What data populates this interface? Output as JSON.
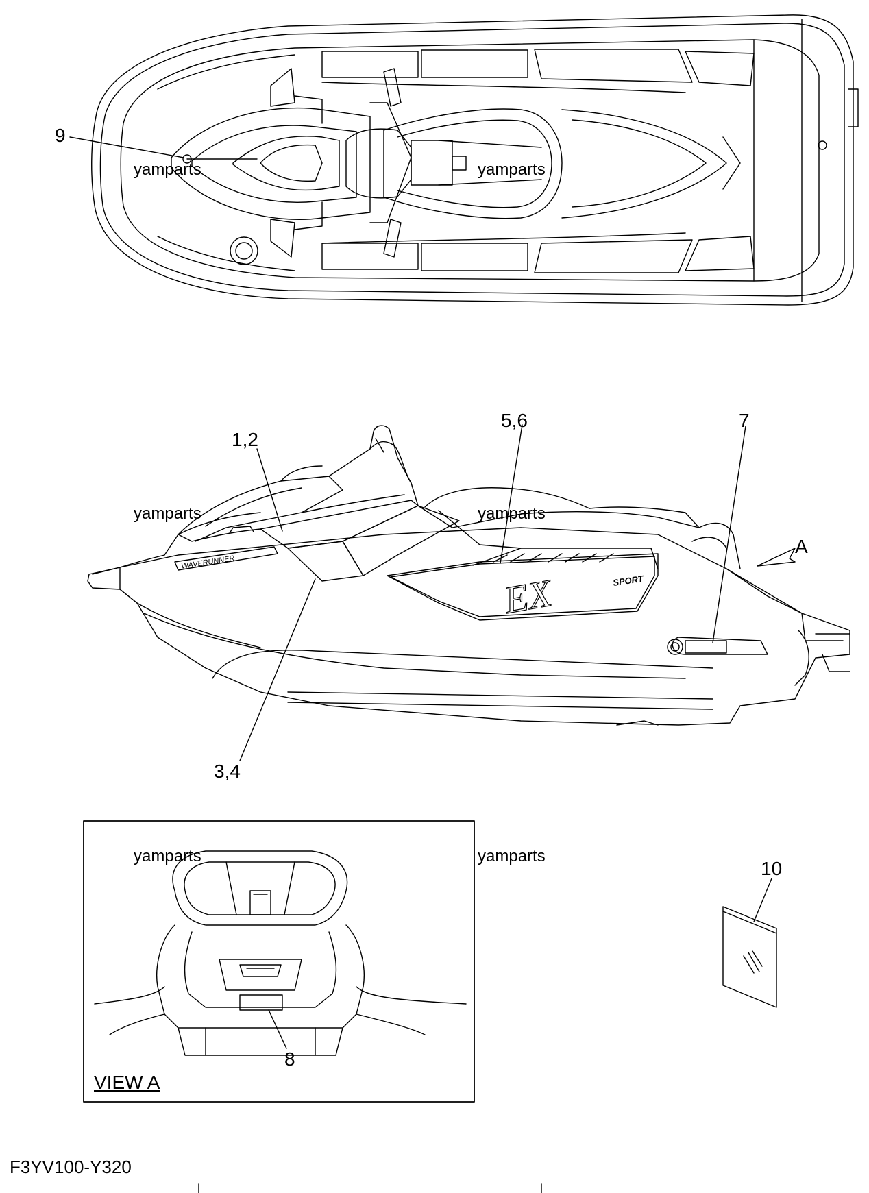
{
  "callouts": {
    "c9": "9",
    "c12": "1,2",
    "c56": "5,6",
    "c7": "7",
    "c34": "3,4",
    "c8": "8",
    "c10": "10",
    "arrow_a": "A"
  },
  "view_label": "VIEW A",
  "watermark": "yamparts",
  "diagram_code": "F3YV100-Y320",
  "decal_text": {
    "waverunner": "WAVERUNNER",
    "ex": "EX",
    "sport": "SPORT"
  },
  "colors": {
    "line": "#000000",
    "background": "#ffffff"
  }
}
